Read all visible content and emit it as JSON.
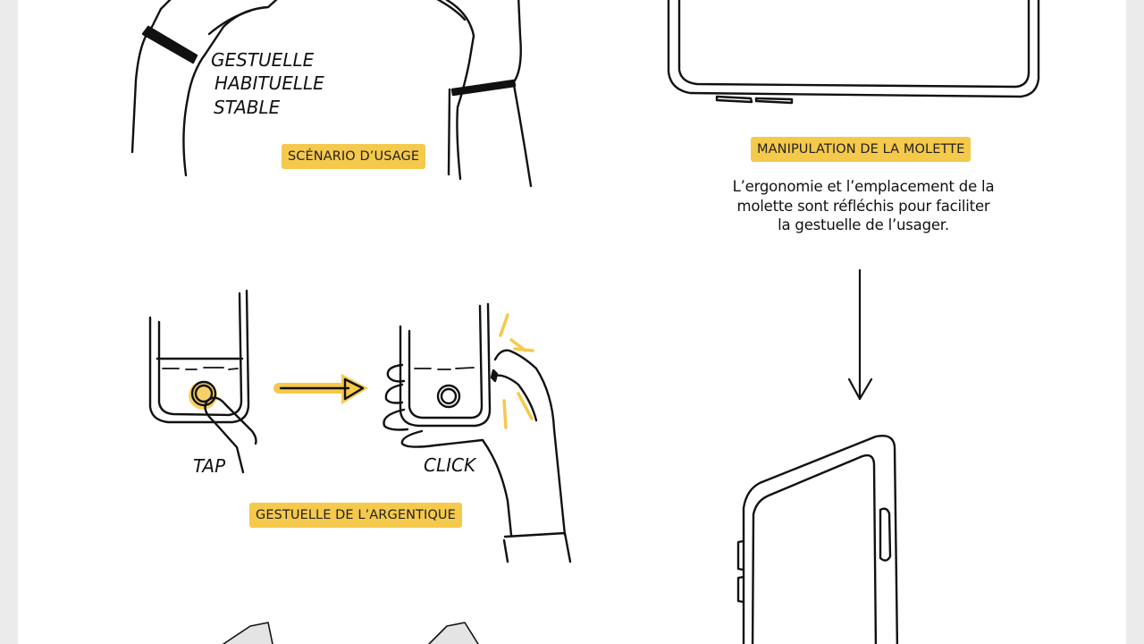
{
  "labels": {
    "usage_scenario": "SCÉNARIO D’USAGE",
    "wheel_handling": "MANIPULATION DE LA MOLETTE",
    "analog_gesture": "GESTUELLE DE L’ARGENTIQUE"
  },
  "captions": {
    "wheel_description": "L’ergonomie et l’emplacement de la molette sont réfléchis pour faciliter la gestuelle de l’usager."
  },
  "handwritten": {
    "gesture_line1": "GESTUELLE",
    "gesture_line2": "HABITUELLE",
    "gesture_line3": "STABLE",
    "tap": "TAP",
    "click": "CLICK"
  },
  "colors": {
    "accent": "#f5c94c",
    "ink": "#111111",
    "background": "#ffffff",
    "margin": "#ebebeb"
  }
}
